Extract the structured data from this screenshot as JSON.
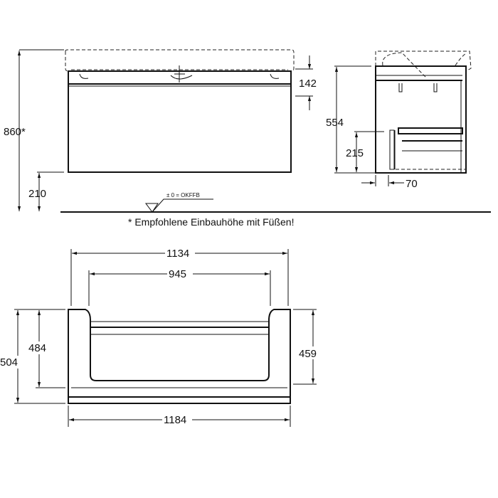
{
  "front_view": {
    "height_total": "860*",
    "foot_height": "210",
    "top_offset": "142",
    "floor_marker": "± 0 = OKFFB"
  },
  "side_view": {
    "height": "554",
    "drawer_height": "215",
    "recess_depth": "70"
  },
  "plan_view": {
    "inner_width": "1134",
    "cutout_width": "945",
    "total_width": "1184",
    "total_depth": "504",
    "inner_depth": "484",
    "cutout_depth": "459"
  },
  "footnote": "* Empfohlene Einbauhöhe mit Füßen!"
}
